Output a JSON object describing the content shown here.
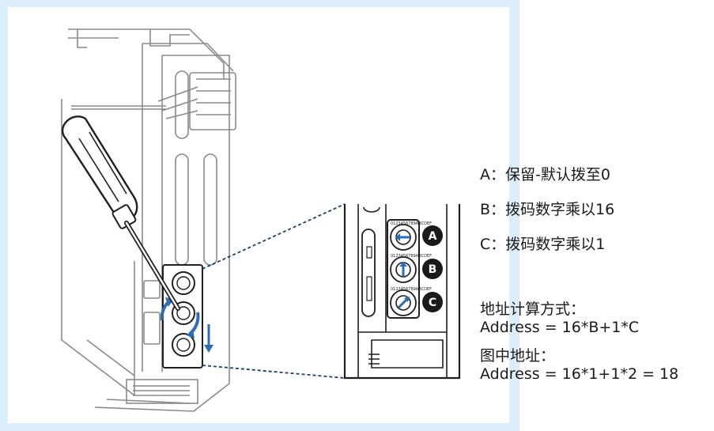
{
  "legend": [
    {
      "letter": "A",
      "text": "A：保留-默认拨至0"
    },
    {
      "letter": "B",
      "text": "B：拨码数字乘以16"
    },
    {
      "letter": "C",
      "text": "C：拨码数字乘以1"
    }
  ],
  "calculation": {
    "heading": "地址计算方式：",
    "formula": "Address = 16*B+1*C",
    "example_heading": "图中地址：",
    "example_formula": "Address = 16*1+1*2 = 18"
  },
  "dial_markings": "0123456789ABCDEF",
  "colors": {
    "frame": "#ddeefb",
    "line": "#8a8a8a",
    "dark_line": "#1f1f1f",
    "arrow_blue": "#2f6db3",
    "badge": "#1a1a1a",
    "dashed": "#1f3f6b"
  }
}
